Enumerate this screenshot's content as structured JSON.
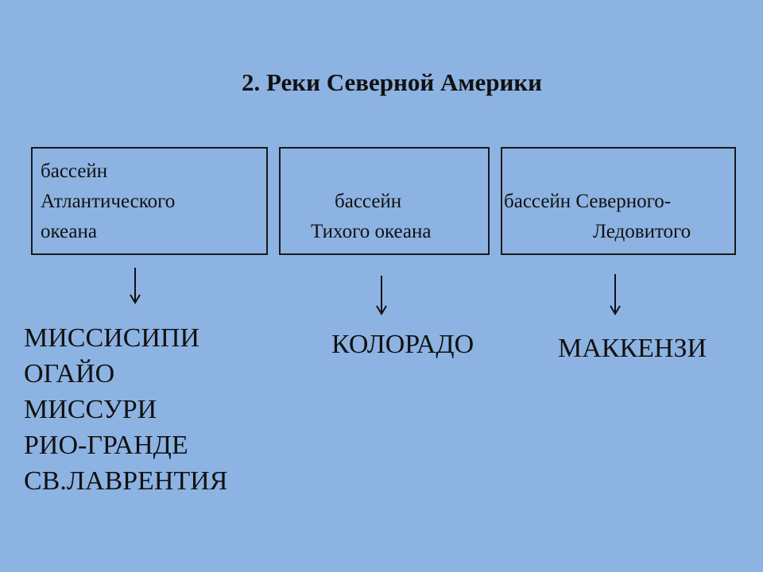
{
  "title": "2. Реки Северной Америки",
  "basins": [
    {
      "lines": [
        "бассейн",
        "Атлантического",
        "океана"
      ],
      "rivers": [
        "МИССИСИПИ",
        "ОГАЙО",
        "МИССУРИ",
        "РИО-ГРАНДЕ",
        "СВ.ЛАВРЕНТИЯ"
      ]
    },
    {
      "lines": [
        "бассейн",
        "Тихого океана"
      ],
      "rivers": [
        "КОЛОРАДО"
      ]
    },
    {
      "lines": [
        "бассейн Северного-",
        "Ледовитого"
      ],
      "rivers": [
        "МАККЕНЗИ"
      ]
    }
  ],
  "colors": {
    "background": "#8db3e2",
    "text": "#111111",
    "border": "#1a1a1a"
  }
}
